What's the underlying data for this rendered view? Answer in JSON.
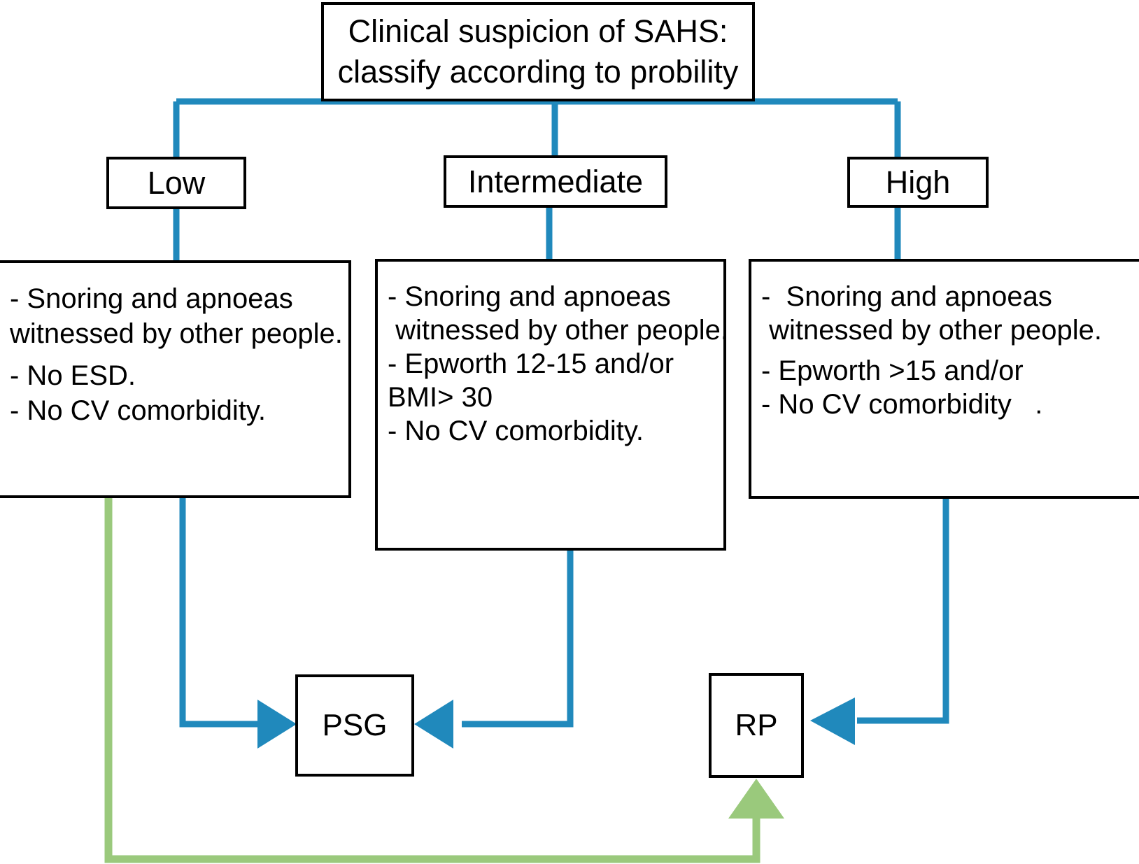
{
  "diagram": {
    "title_node": {
      "text": "Clinical suspicion of SAHS:\nclassify according to probility"
    },
    "categories": [
      {
        "label": "Low"
      },
      {
        "label": "Intermediate"
      },
      {
        "label": "High"
      }
    ],
    "criteria_boxes": [
      {
        "name": "low-criteria",
        "lines": [
          "- Snoring and apnoeas",
          "witnessed by other people.",
          "- No ESD.",
          "- No CV comorbidity."
        ]
      },
      {
        "name": "intermediate-criteria",
        "lines": [
          "- Snoring and apnoeas",
          " witnessed by other people.",
          "- Epworth 12-15 and/or",
          "BMI> 30",
          "- No CV comorbidity."
        ]
      },
      {
        "name": "high-criteria",
        "lines": [
          "-  Snoring and apnoeas",
          " witnessed by other people.",
          "- Epworth >15 and/or",
          "- No CV comorbidity   ."
        ]
      }
    ],
    "tests": [
      {
        "label": "PSG"
      },
      {
        "label": "RP"
      }
    ],
    "colors": {
      "connector_blue": "#2089bc",
      "connector_green": "#9ac97c",
      "box_border": "#000000",
      "background": "#ffffff",
      "text": "#000000"
    }
  }
}
